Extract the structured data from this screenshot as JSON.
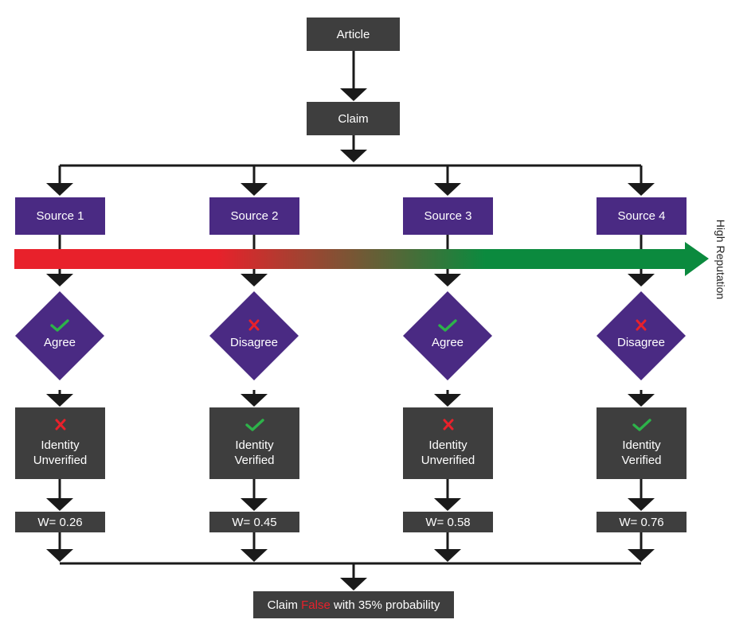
{
  "colors": {
    "dark_box": "#3e3e3e",
    "source_box": "#4a2a83",
    "check": "#2db34a",
    "cross": "#e8212b",
    "reputation_low": "#e8212b",
    "reputation_high": "#0b8a3e",
    "connector": "#1a1a1a"
  },
  "article": {
    "label": "Article"
  },
  "claim": {
    "label": "Claim"
  },
  "reputation": {
    "label": "High Reputation"
  },
  "sources": [
    {
      "label": "Source 1",
      "decision": "Agree",
      "decision_icon": "check-icon",
      "identity_line1": "Identity",
      "identity_line2": "Unverified",
      "identity_icon": "cross-icon",
      "weight": "W= 0.26"
    },
    {
      "label": "Source 2",
      "decision": "Disagree",
      "decision_icon": "cross-icon",
      "identity_line1": "Identity",
      "identity_line2": "Verified",
      "identity_icon": "check-icon",
      "weight": "W= 0.45"
    },
    {
      "label": "Source 3",
      "decision": "Agree",
      "decision_icon": "check-icon",
      "identity_line1": "Identity",
      "identity_line2": "Unverified",
      "identity_icon": "cross-icon",
      "weight": "W= 0.58"
    },
    {
      "label": "Source 4",
      "decision": "Disagree",
      "decision_icon": "cross-icon",
      "identity_line1": "Identity",
      "identity_line2": "Verified",
      "identity_icon": "check-icon",
      "weight": "W= 0.76"
    }
  ],
  "result": {
    "prefix": "Claim",
    "highlight": "False",
    "suffix": "with 35% probability"
  }
}
